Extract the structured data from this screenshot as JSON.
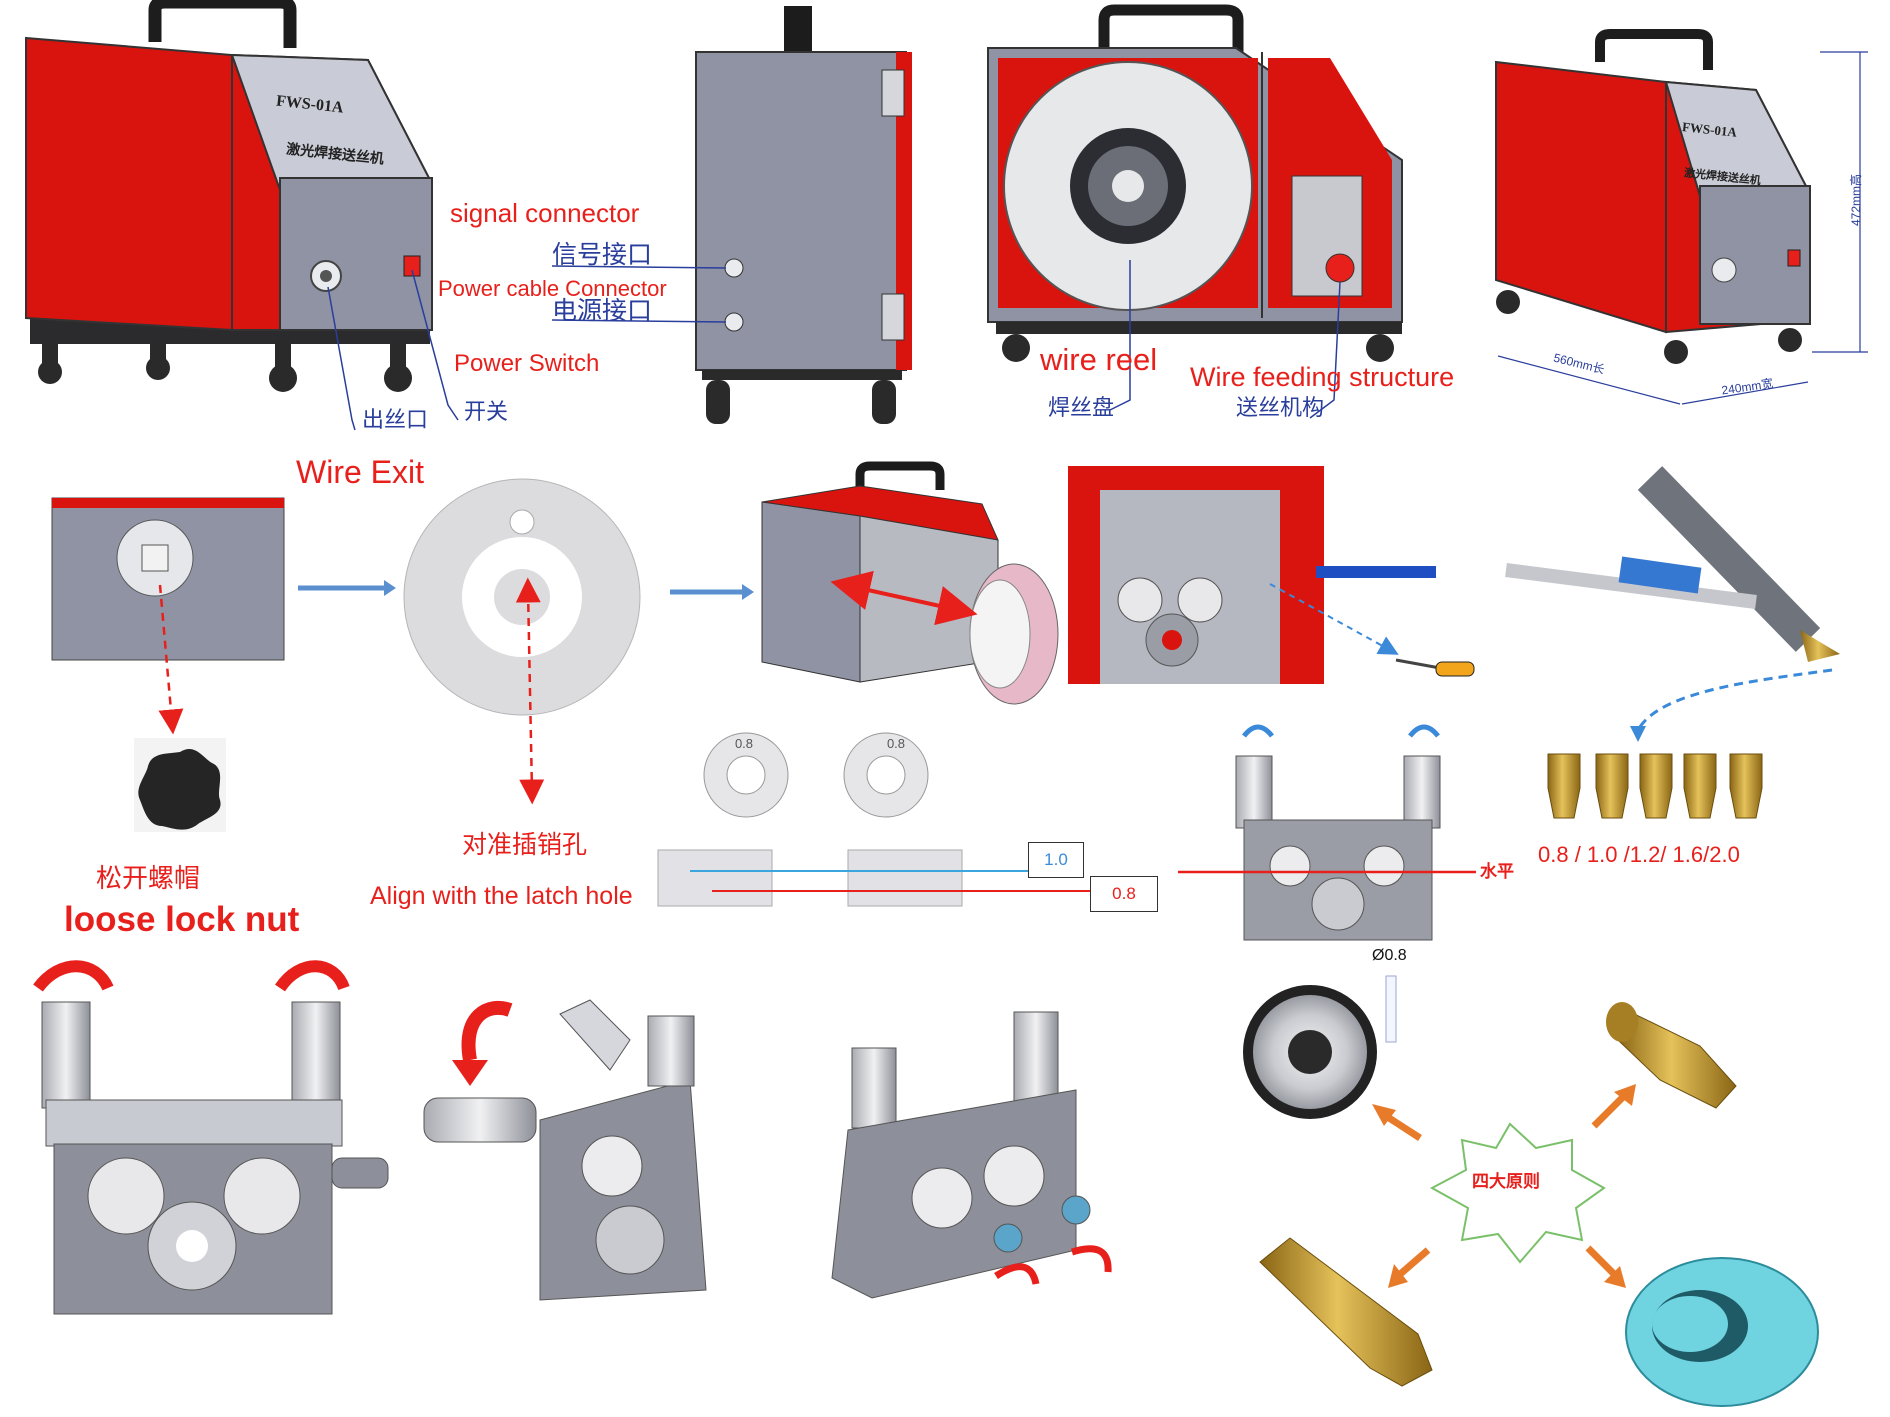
{
  "labels": {
    "signal_connector": "signal connector",
    "signal_port_cn": "信号接口",
    "power_cable_connector": "Power cable Connector",
    "power_port_cn": "电源接口",
    "power_switch": "Power Switch",
    "wire_outlet_cn": "出丝口",
    "switch_cn": "开关",
    "wire_reel": "wire reel",
    "wire_reel_cn": "焊丝盘",
    "wire_feeding_structure": "Wire feeding structure",
    "wire_feeding_cn": "送丝机构",
    "wire_exit": "Wire Exit",
    "align_cn": "对准插销孔",
    "align_en": "Align with the latch hole",
    "loosen_cn": "松开螺帽",
    "loosen_en": "loose lock nut",
    "horizontal_cn": "水平",
    "nozzle_sizes": "0.8 / 1.0 /1.2/ 1.6/2.0",
    "wire_diameter": "Ø0.8",
    "four_principles_cn": "四大原则",
    "box_1_0": "1.0",
    "box_0_8": "0.8",
    "roller_0_8_a": "0.8",
    "roller_0_8_b": "0.8"
  },
  "machine_labels": {
    "model": "FWS-01A",
    "name_cn": "激光焊接送丝机",
    "model_right": "FWS-01A",
    "name_cn_right": "激光焊接送丝机"
  },
  "dimensions": {
    "height": "472mm高",
    "length": "560mm长",
    "width": "240mm宽"
  },
  "colors": {
    "machine_red": "#d9140f",
    "machine_grey": "#8f93a3",
    "label_red": "#e8201c",
    "label_blue": "#2a3e9c",
    "arrow_blue": "#5a8fd0",
    "arrow_orange": "#e87b2a",
    "brass": "#c9a032",
    "roller_cyan": "#6fd3e0"
  }
}
